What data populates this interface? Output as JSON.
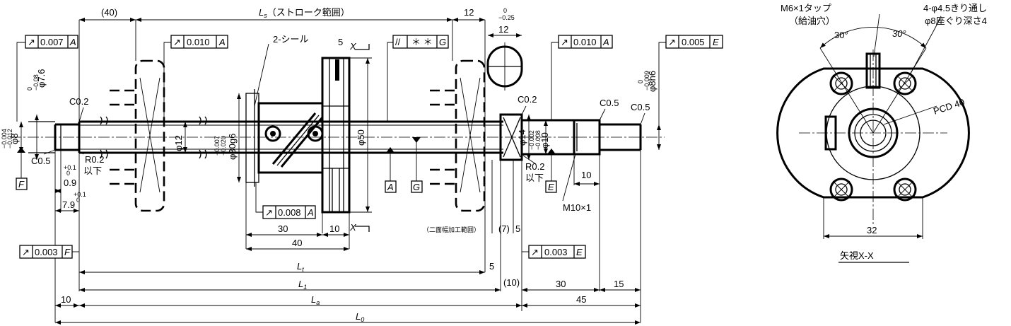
{
  "frames": {
    "f1": {
      "sym": "↗",
      "val": "0.007",
      "ref": "A"
    },
    "f2": {
      "sym": "↗",
      "val": "0.010",
      "ref": "A"
    },
    "f3": {
      "sym": "//",
      "val": "＊ ＊",
      "ref": "G"
    },
    "f4": {
      "sym": "↗",
      "val": "0.010",
      "ref": "A"
    },
    "f5": {
      "sym": "↗",
      "val": "0.005",
      "ref": "E"
    },
    "f6": {
      "sym": "↗",
      "val": "0.008",
      "ref": "A"
    },
    "f7": {
      "sym": "↗",
      "val": "0.003",
      "ref": "F"
    },
    "f8": {
      "sym": "↗",
      "val": "0.003",
      "ref": "E"
    }
  },
  "datums": {
    "f": "F",
    "a": "A",
    "g": "G",
    "e": "E"
  },
  "labels": {
    "d40": "(40)",
    "ls_main": "L",
    "ls_sub": "s",
    "ls_text": "（ストローク範囲）",
    "d12": "12",
    "d12_tol_up": "0",
    "d12_tol_dn": "−0.25",
    "d12b": "12",
    "seal": "2-シール",
    "d5": "5",
    "x_mark": "X",
    "c02a": "C0.2",
    "c02b": "C0.2",
    "c05a": "C0.5",
    "c05b": "C0.5",
    "c05c": "C0.5",
    "dia76": "φ7.6",
    "dia76_tol_up": "0",
    "dia76_tol_dn": "−0.08",
    "dia8": "φ8",
    "dia8_tol_up": "−0.004",
    "dia8_tol_dn": "−0.012",
    "r02a": "R0.2",
    "r02a_sub": "以下",
    "r02b": "R0.2",
    "r02b_sub": "以下",
    "d09": "0.9",
    "d09_tol_up": "+0.1",
    "d09_tol_dn": "0",
    "d79": "7.9",
    "d79_tol_up": "+0.1",
    "d79_tol_dn": "0",
    "dia12": "φ12",
    "dia30": "φ30g6",
    "dia30_tol_up": "−0.007",
    "dia30_tol_dn": "−0.020",
    "dia50": "φ50",
    "dia14": "φ14",
    "dia10": "φ10",
    "dia10_tol_up": "−0.002",
    "dia10_tol_dn": "−0.008",
    "dia8h6": "φ8h6",
    "dia8h6_tol_up": "0",
    "dia8h6_tol_dn": "−0.009",
    "d30a": "30",
    "d10a": "10",
    "d40b": "40",
    "wrench": "（二面幅加工範囲）",
    "d7p": "(7)",
    "d5b": "5",
    "d10b": "10",
    "m10": "M10×1",
    "lt_main": "L",
    "lt_sub": "t",
    "d5c": "5",
    "l1_main": "L",
    "l1_sub": "1",
    "d10p": "(10)",
    "d30b": "30",
    "d15": "15",
    "d10c": "10",
    "la_main": "L",
    "la_sub": "a",
    "d45": "45",
    "l0_main": "L",
    "l0_sub": "0",
    "m6": "M6×1タップ",
    "m6_sub": "（給油穴）",
    "holes": "4-φ4.5きり通し",
    "holes_sub": "φ8座ぐり深さ4",
    "ang1": "30°",
    "ang2": "30°",
    "pcd": "PCD 40",
    "d32": "32",
    "view": "矢視X-X"
  }
}
